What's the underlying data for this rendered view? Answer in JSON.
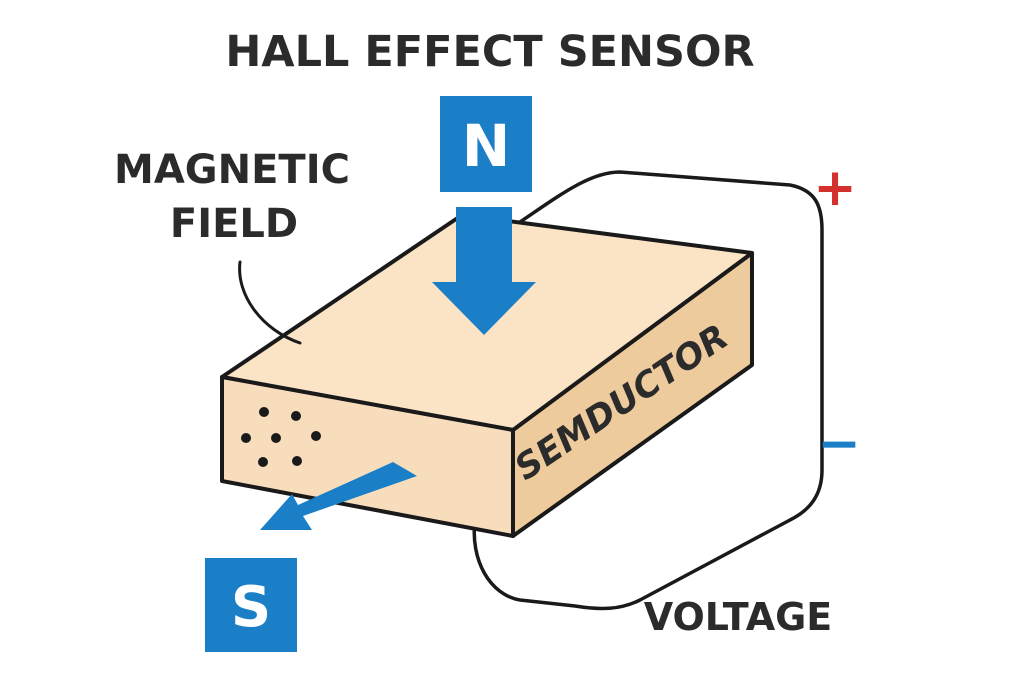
{
  "diagram": {
    "title": "HALL EFFECT SENSOR",
    "magnetic_field_label_line1": "MAGNETIC",
    "magnetic_field_label_line2": "FIELD",
    "north_pole": "N",
    "south_pole": "S",
    "block_label": "SEMDUCTOR",
    "voltage_label": "VOLTAGE",
    "plus_sign": "+",
    "minus_sign": "−"
  },
  "colors": {
    "block_top": "#FBE3C6",
    "block_front": "#F8DDBD",
    "block_side": "#EECB9D",
    "outline": "#1a1a1a",
    "pole_blue": "#1B7FC8",
    "plus_red": "#D3312B",
    "minus_blue": "#1B7FC8",
    "text_dark": "#2b2b2b"
  }
}
